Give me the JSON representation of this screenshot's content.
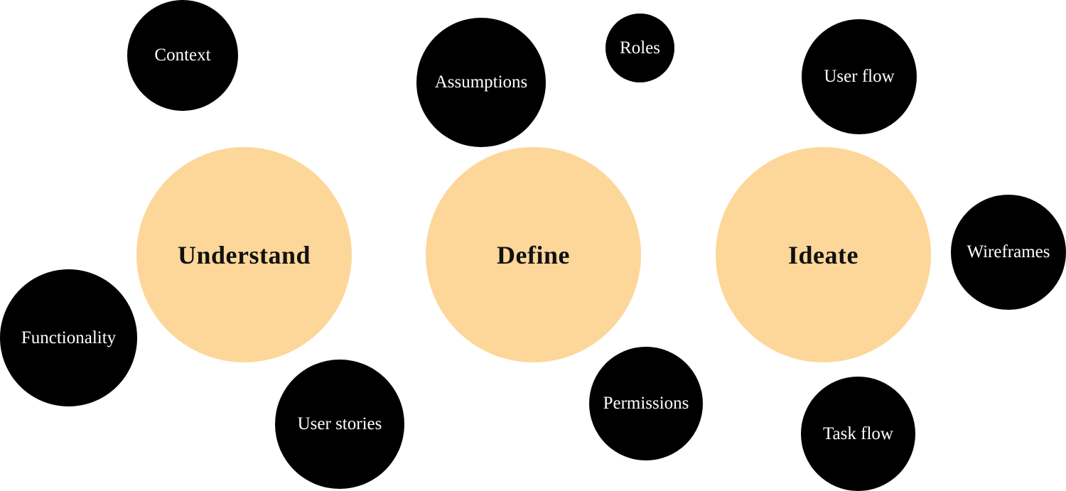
{
  "colors": {
    "stage_fill": "#fdd799",
    "stage_text": "#111111",
    "topic_fill": "#000000",
    "topic_text": "#ffffff",
    "background": "#ffffff"
  },
  "stages": {
    "understand": {
      "label": "Understand"
    },
    "define": {
      "label": "Define"
    },
    "ideate": {
      "label": "Ideate"
    }
  },
  "topics": {
    "context": {
      "label": "Context"
    },
    "functionality": {
      "label": "Functionality"
    },
    "user_stories": {
      "label": "User stories"
    },
    "assumptions": {
      "label": "Assumptions"
    },
    "roles": {
      "label": "Roles"
    },
    "permissions": {
      "label": "Permissions"
    },
    "user_flow": {
      "label": "User flow"
    },
    "wireframes": {
      "label": "Wireframes"
    },
    "task_flow": {
      "label": "Task flow"
    }
  }
}
